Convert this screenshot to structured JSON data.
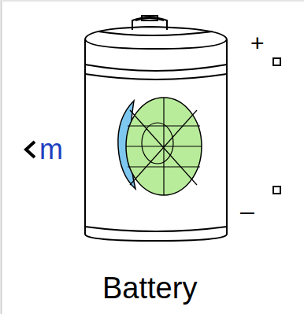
{
  "diagram": {
    "nodes": [
      {
        "text": [
          "Battery"
        ]
      }
    ],
    "labels": [
      "m",
      "+",
      "–"
    ]
  }
}
